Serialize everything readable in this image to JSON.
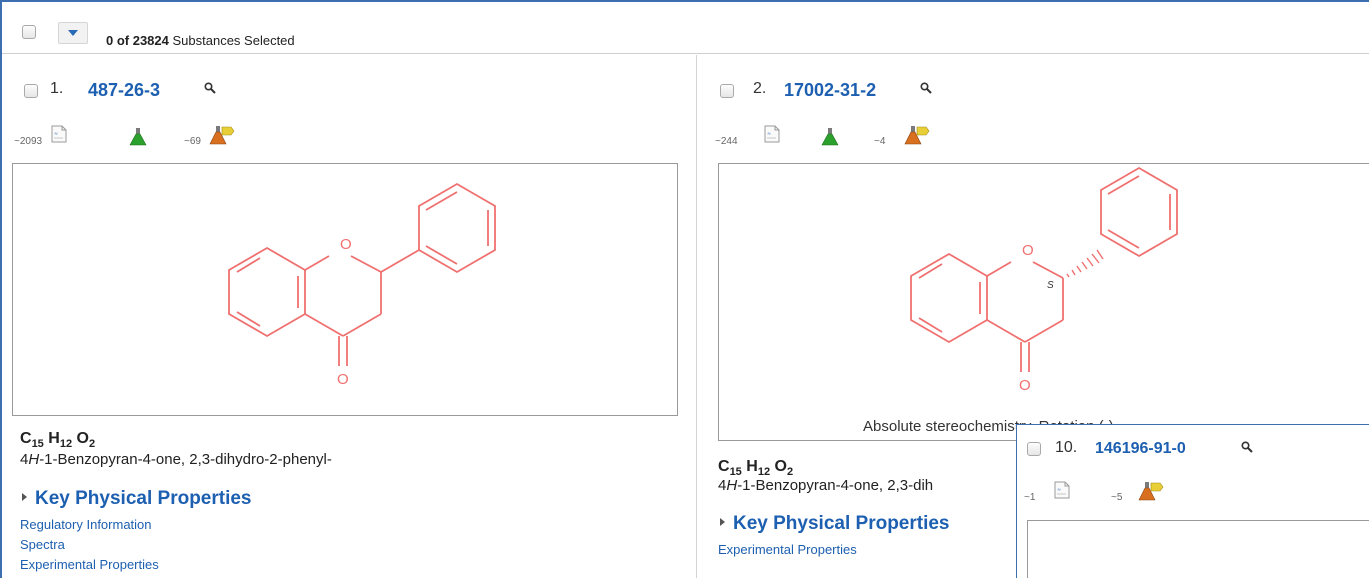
{
  "toolbar": {
    "selected": "0 of 23824",
    "selected_suffix": "Substances Selected"
  },
  "results": [
    {
      "index": "1.",
      "cas": "487-26-3",
      "ref_count": "~2093",
      "reaction_count": "~69",
      "formula": {
        "c": "C",
        "c_n": "15",
        "h": "H",
        "h_n": "12",
        "o": "O",
        "o_n": "2"
      },
      "name_prefix": "4",
      "name_italic": "H",
      "name_rest": "-1-Benzopyran-4-one, 2,3-dihydro-2-phenyl-",
      "kpp": "Key Physical Properties",
      "links": [
        "Regulatory Information",
        "Spectra",
        "Experimental Properties"
      ]
    },
    {
      "index": "2.",
      "cas": "17002-31-2",
      "ref_count": "~244",
      "reaction_count": "~4",
      "caption": "Absolute stereochemistry. Rotation (-).",
      "stereo_label": "S",
      "formula": {
        "c": "C",
        "c_n": "15",
        "h": "H",
        "h_n": "12",
        "o": "O",
        "o_n": "2"
      },
      "name_prefix": "4",
      "name_italic": "H",
      "name_rest": "-1-Benzopyran-4-one, 2,3-dih",
      "kpp": "Key Physical Properties",
      "links": [
        "Experimental Properties"
      ]
    },
    {
      "index": "10.",
      "cas": "146196-91-0",
      "ref_count": "~1",
      "reaction_count": "~5"
    }
  ],
  "structure": {
    "atom_o": "O"
  },
  "colors": {
    "link": "#1d5fb0",
    "structure": "#f07070",
    "border": "#3d6fb0"
  },
  "icons": [
    "checkbox",
    "dropdown-arrow-icon",
    "magnifier-icon",
    "document-icon",
    "green-flask-icon",
    "orange-flask-tag-icon"
  ]
}
